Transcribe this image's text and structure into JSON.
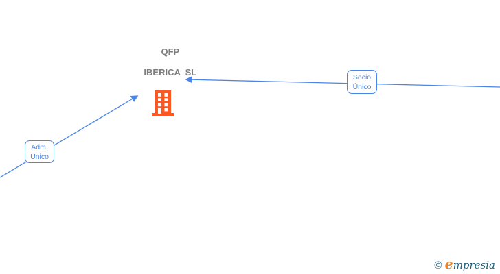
{
  "diagram": {
    "company": {
      "name_line1": "QFP",
      "name_line2": "IBERICA  SL"
    },
    "edges": [
      {
        "id": "adm-unico",
        "label_line1": "Adm.",
        "label_line2": "Unico"
      },
      {
        "id": "socio-unico",
        "label_line1": "Socio",
        "label_line2": "Único"
      }
    ],
    "colors": {
      "edge_blue": "#4A86E8",
      "building_orange": "#FF5722",
      "title_gray": "#7E7E7E"
    }
  },
  "watermark": {
    "copyright_symbol": "©",
    "brand_initial": "e",
    "brand_rest": "mpresia",
    "colors": {
      "initial_orange": "#F08020",
      "rest_teal": "#1D5F7E"
    }
  }
}
